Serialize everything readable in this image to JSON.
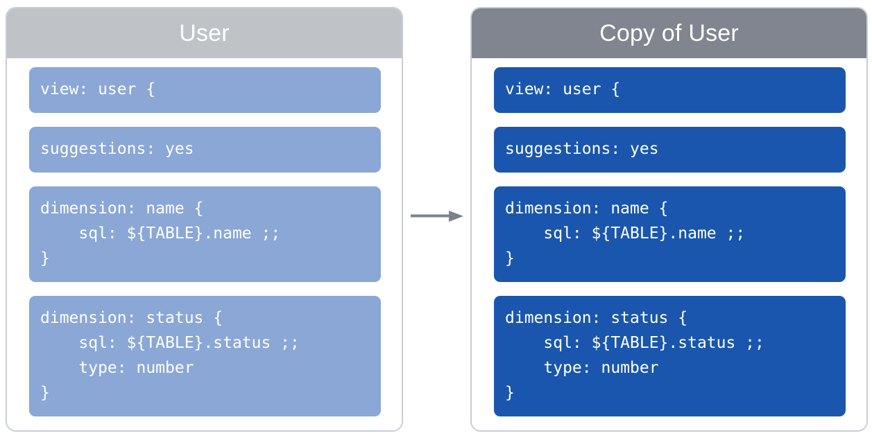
{
  "colors": {
    "left_header_bg": "#BFC3C7",
    "right_header_bg": "#80858F",
    "left_block_bg": "#8AA7D6",
    "right_block_bg": "#1A56AD",
    "panel_border": "#C9CDD1",
    "panel_bg": "#FFFFFF",
    "arrow": "#7C828C",
    "code_text": "#FFFFFF",
    "title_text": "#FFFFFF"
  },
  "panels": [
    {
      "id": "source-view",
      "title": "User",
      "blocks": [
        {
          "name": "view-declaration",
          "code": "view: user {"
        },
        {
          "name": "suggestions-parameter",
          "code": "suggestions: yes"
        },
        {
          "name": "dimension-name",
          "code": "dimension: name {\n    sql: ${TABLE}.name ;;\n}"
        },
        {
          "name": "dimension-status",
          "code": "dimension: status {\n    sql: ${TABLE}.status ;;\n    type: number\n}"
        }
      ]
    },
    {
      "id": "copied-view",
      "title": "Copy of User",
      "blocks": [
        {
          "name": "view-declaration",
          "code": "view: user {"
        },
        {
          "name": "suggestions-parameter",
          "code": "suggestions: yes"
        },
        {
          "name": "dimension-name",
          "code": "dimension: name {\n    sql: ${TABLE}.name ;;\n}"
        },
        {
          "name": "dimension-status",
          "code": "dimension: status {\n    sql: ${TABLE}.status ;;\n    type: number\n}"
        }
      ]
    }
  ],
  "connector": {
    "name": "copy-arrow",
    "direction": "right"
  }
}
